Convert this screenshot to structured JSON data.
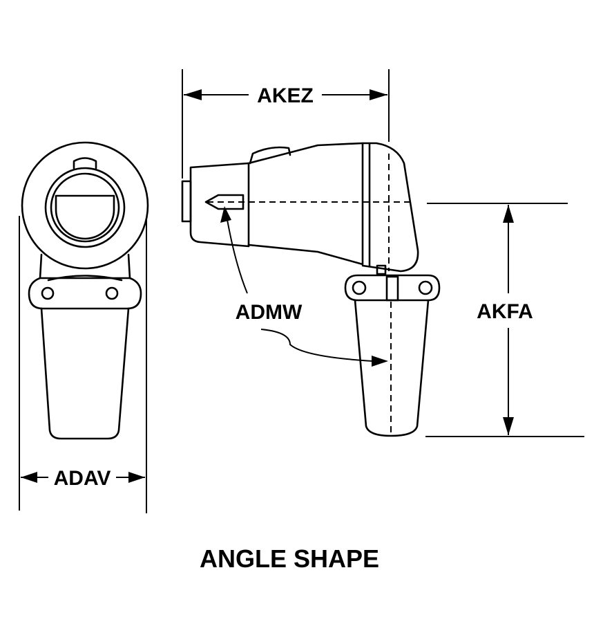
{
  "labels": {
    "akez": "AKEZ",
    "adav": "ADAV",
    "admw": "ADMW",
    "akfa": "AKFA"
  },
  "caption": "ANGLE SHAPE"
}
